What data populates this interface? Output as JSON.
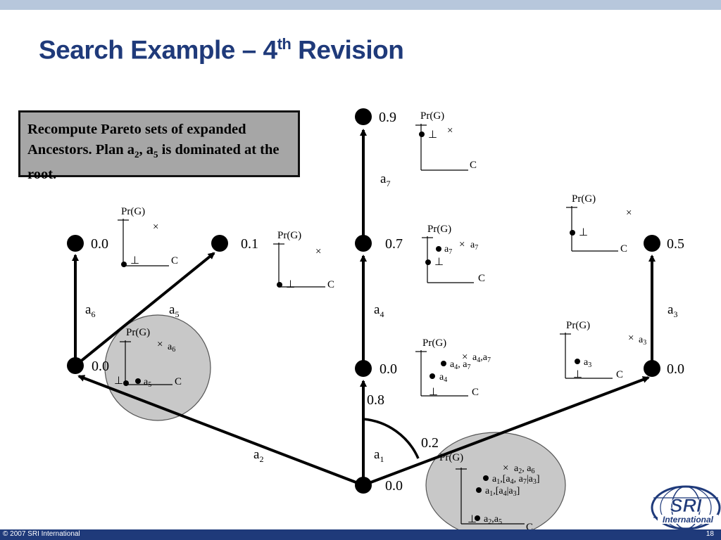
{
  "slide": {
    "title": "Search Example – 4",
    "title_sup": "th",
    "title_tail": " Revision",
    "callout": {
      "pre": "Recompute Pareto sets of expanded Ancestors.  Plan a",
      "sub1": "2",
      "mid": ", a",
      "sub2": "5",
      "post": " is dominated at the root."
    },
    "footer_copyright": "© 2007 SRI International",
    "page_number": "18",
    "logo_text_main": "SRI",
    "logo_text_sub": "International"
  },
  "colors": {
    "title": "#1f3a7a",
    "footer": "#1f3a7a",
    "topbar": "#b7c7dc",
    "callout_fill": "#a6a6a6",
    "highlight_circle": "#c8c8c8"
  },
  "nodes": [
    {
      "id": "root",
      "label": "0.0"
    },
    {
      "id": "n_a2",
      "label": "0.0"
    },
    {
      "id": "n_a2a6",
      "label": "0.0"
    },
    {
      "id": "n_a2a5",
      "label": "0.1"
    },
    {
      "id": "n_a1",
      "label": "0.0"
    },
    {
      "id": "n_a1a4",
      "label": "0.7"
    },
    {
      "id": "n_a1a4a7",
      "label": "0.9"
    },
    {
      "id": "n_a3",
      "label": "0.0"
    },
    {
      "id": "n_a3a3",
      "label": "0.5"
    }
  ],
  "edges": [
    {
      "id": "e_a2",
      "base": "a",
      "sub": "2"
    },
    {
      "id": "e_a6",
      "base": "a",
      "sub": "6"
    },
    {
      "id": "e_a5",
      "base": "a",
      "sub": "5"
    },
    {
      "id": "e_a1",
      "base": "a",
      "sub": "1"
    },
    {
      "id": "e_a4",
      "base": "a",
      "sub": "4"
    },
    {
      "id": "e_a7",
      "base": "a",
      "sub": "7"
    },
    {
      "id": "e_a3",
      "base": "a",
      "sub": "3"
    }
  ],
  "probabilities": {
    "left": "0.8",
    "right": "0.2"
  },
  "plot_axes": {
    "y": "Pr(G)",
    "x": "C",
    "bottom": "⊥",
    "cross": "×"
  },
  "plots": {
    "p09": {
      "points": []
    },
    "p01": {
      "points": []
    },
    "p00a": {
      "points": []
    },
    "p07": {
      "points": [
        {
          "label_base": "a",
          "label_sub": "7",
          "marker": "dot"
        },
        {
          "label_base": "a",
          "label_sub": "7",
          "marker": "cross"
        }
      ]
    },
    "p05": {
      "points": []
    },
    "pleft": {
      "points": [
        {
          "label_base": "a",
          "label_sub": "6",
          "marker": "cross"
        },
        {
          "label_base": "a",
          "label_sub": "5",
          "marker": "dot"
        }
      ]
    },
    "p00b": {
      "points": [
        {
          "label": "a4,a7",
          "marker": "cross"
        },
        {
          "label": "a4, a7",
          "marker": "dot"
        },
        {
          "label": "a4",
          "marker": "dot"
        }
      ]
    },
    "p00c": {
      "points": [
        {
          "label": "a3",
          "marker": "cross"
        },
        {
          "label": "a3",
          "marker": "dot"
        }
      ]
    },
    "proot": {
      "points": [
        {
          "label": "a2, a6",
          "marker": "cross"
        },
        {
          "label": "a1,[a4, a7|a3]",
          "marker": "dot"
        },
        {
          "label": "a1,[a4|a3]",
          "marker": "dot"
        },
        {
          "label": "a2,a5",
          "marker": "dot"
        }
      ]
    }
  }
}
